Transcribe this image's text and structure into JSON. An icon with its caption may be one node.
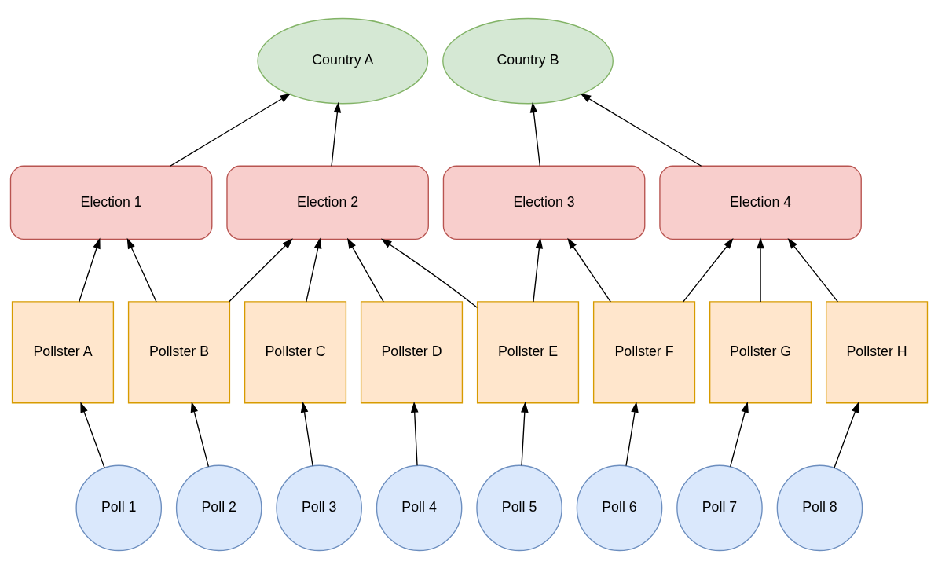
{
  "diagram": {
    "nodes": [
      {
        "text": [
          "Country A"
        ]
      },
      {
        "text": [
          "Country B"
        ]
      },
      {
        "text": [
          "Election 1"
        ]
      },
      {
        "text": [
          "Election 2"
        ]
      },
      {
        "text": [
          "Election 3"
        ]
      },
      {
        "text": [
          "Election 4"
        ]
      },
      {
        "text": [
          "Pollster A"
        ]
      },
      {
        "text": [
          "Pollster B"
        ]
      },
      {
        "text": [
          "Pollster C"
        ]
      },
      {
        "text": [
          "Pollster D"
        ]
      },
      {
        "text": [
          "Pollster E"
        ]
      },
      {
        "text": [
          "Pollster F"
        ]
      },
      {
        "text": [
          "Pollster G"
        ]
      },
      {
        "text": [
          "Pollster H"
        ]
      },
      {
        "text": [
          "Poll 1"
        ]
      },
      {
        "text": [
          "Poll 2"
        ]
      },
      {
        "text": [
          "Poll 3"
        ]
      },
      {
        "text": [
          "Poll 4"
        ]
      },
      {
        "text": [
          "Poll 5"
        ]
      },
      {
        "text": [
          "Poll 6"
        ]
      },
      {
        "text": [
          "Poll 7"
        ]
      },
      {
        "text": [
          "Poll 8"
        ]
      }
    ],
    "edges": [
      {
        "from": 2,
        "to": 0,
        "arrow": "to"
      },
      {
        "from": 3,
        "to": 0,
        "arrow": "to"
      },
      {
        "from": 4,
        "to": 1,
        "arrow": "to"
      },
      {
        "from": 5,
        "to": 1,
        "arrow": "to"
      },
      {
        "from": 6,
        "to": 2,
        "arrow": "to"
      },
      {
        "from": 7,
        "to": 2,
        "arrow": "to"
      },
      {
        "from": 7,
        "to": 3,
        "arrow": "to"
      },
      {
        "from": 8,
        "to": 3,
        "arrow": "to"
      },
      {
        "from": 9,
        "to": 3,
        "arrow": "to"
      },
      {
        "from": 10,
        "to": 3,
        "arrow": "to"
      },
      {
        "from": 10,
        "to": 4,
        "arrow": "to"
      },
      {
        "from": 11,
        "to": 4,
        "arrow": "to"
      },
      {
        "from": 11,
        "to": 5,
        "arrow": "to"
      },
      {
        "from": 12,
        "to": 5,
        "arrow": "to"
      },
      {
        "from": 13,
        "to": 5,
        "arrow": "to"
      },
      {
        "from": 14,
        "to": 6,
        "arrow": "to"
      },
      {
        "from": 15,
        "to": 7,
        "arrow": "to"
      },
      {
        "from": 16,
        "to": 8,
        "arrow": "to"
      },
      {
        "from": 17,
        "to": 9,
        "arrow": "to"
      },
      {
        "from": 18,
        "to": 10,
        "arrow": "to"
      },
      {
        "from": 19,
        "to": 11,
        "arrow": "to"
      },
      {
        "from": 20,
        "to": 12,
        "arrow": "to"
      },
      {
        "from": 21,
        "to": 13,
        "arrow": "to"
      }
    ]
  }
}
